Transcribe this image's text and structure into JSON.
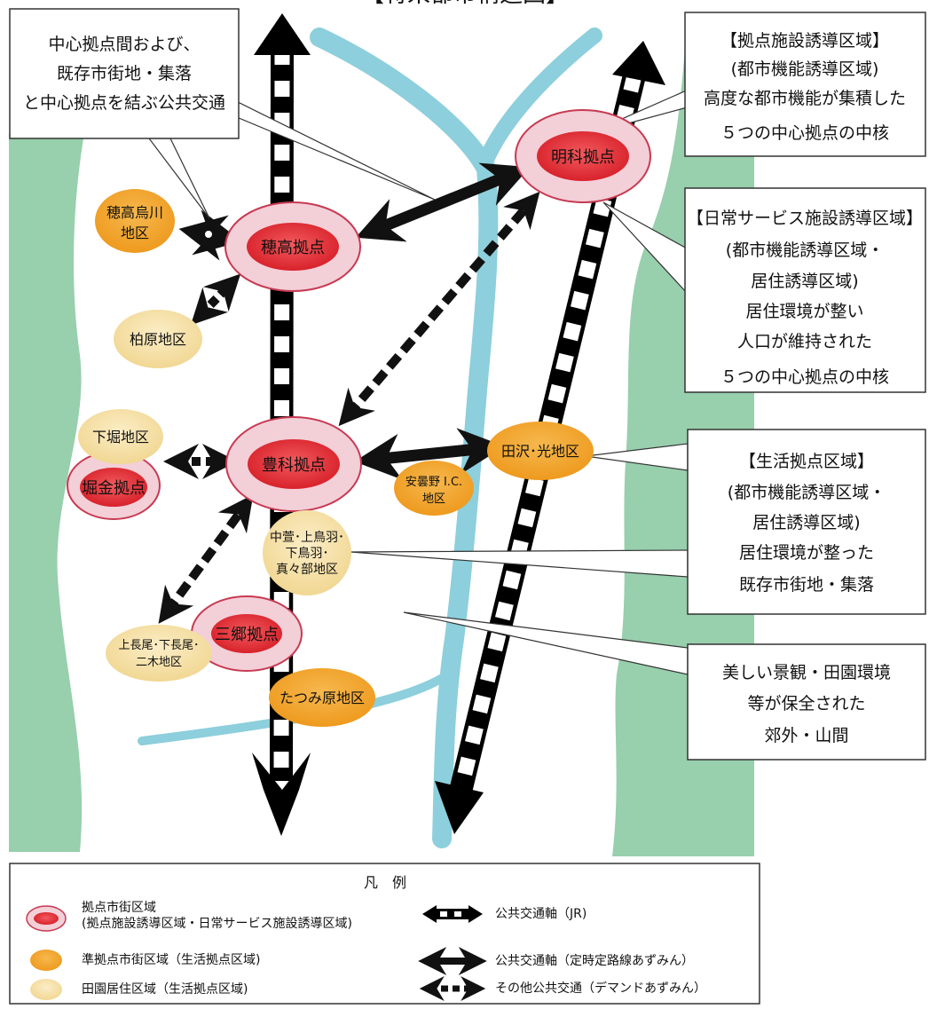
{
  "header": {
    "title": "【将来都市構造図】"
  },
  "callouts": {
    "transit": [
      "中心拠点間および、",
      "既存市街地・集落",
      "と中心拠点を結ぶ公共交通"
    ],
    "core": [
      "【拠点施設誘導区域】",
      "(都市機能誘導区域)",
      "高度な都市機能が集積した",
      "５つの中心拠点の中核"
    ],
    "daily": [
      "【日常サービス施設誘導区域】",
      "(都市機能誘導区域・",
      "居住誘導区域)",
      "居住環境が整い",
      "人口が維持された",
      "５つの中心拠点の中核"
    ],
    "life": [
      "【生活拠点区域】",
      "(都市機能誘導区域・",
      "居住誘導区域)",
      "居住環境が整った",
      "既存市街地・集落"
    ],
    "scenery": [
      "美しい景観・田園環境",
      "等が保全された",
      "郊外・山間"
    ]
  },
  "nodes": {
    "hotaka": "穂高拠点",
    "meika": "明科拠点",
    "toyoshina": "豊科拠点",
    "horigane": "堀金拠点",
    "misato": "三郷拠点",
    "hotaka_karasugawa": [
      "穂高烏川",
      "地区"
    ],
    "kashiwabara": "柏原地区",
    "shimohori": "下堀地区",
    "tazawa": "田沢･光地区",
    "azumino_ic": [
      "安曇野 I.C.",
      "地区"
    ],
    "nakagaya": [
      "中萱･上鳥羽･",
      "下鳥羽･",
      "真々部地区"
    ],
    "kaminagao": [
      "上長尾･下長尾･",
      "二木地区"
    ],
    "tatsumibara": "たつみ原地区"
  },
  "legend": {
    "title": "凡　例",
    "zone_main": "拠点市街区域",
    "zone_main_sub": "(拠点施設誘導区域・日常サービス施設誘導区域)",
    "zone_sub": "準拠点市街区域（生活拠点区域)",
    "zone_rural": "田園居住区域（生活拠点区域)",
    "line_jr": "公共交通軸（JR)",
    "line_bus": "公共交通軸（定時定路線あずみん）",
    "line_demand": "その他公共交通（デマンドあずみん）"
  },
  "colors": {
    "mountain": "#98cfad",
    "river": "#8dcfdc",
    "core_fill": "#e0363d",
    "core_ring": "#f3cfd8",
    "core_stroke": "#c73a52",
    "sub_fill": "#f2a530",
    "rural_fill": "#f5dfa3"
  }
}
